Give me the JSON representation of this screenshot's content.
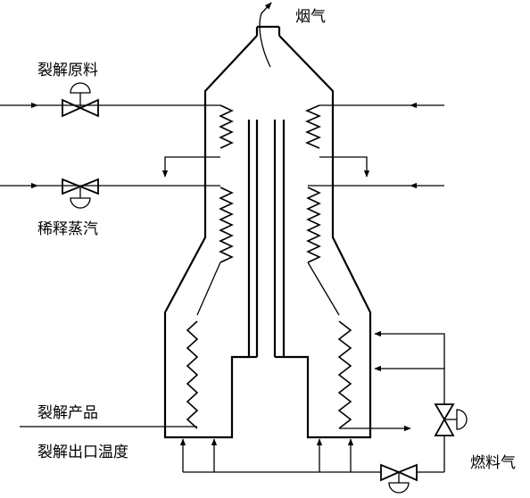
{
  "labels": {
    "flue_gas": "烟气",
    "cracking_feed": "裂解原料",
    "dilution_steam": "稀释蒸汽",
    "cracked_product": "裂解产品",
    "outlet_temperature": "裂解出口温度",
    "fuel_gas": "燃料气"
  },
  "colors": {
    "ink": "#000000",
    "background": "#ffffff"
  }
}
